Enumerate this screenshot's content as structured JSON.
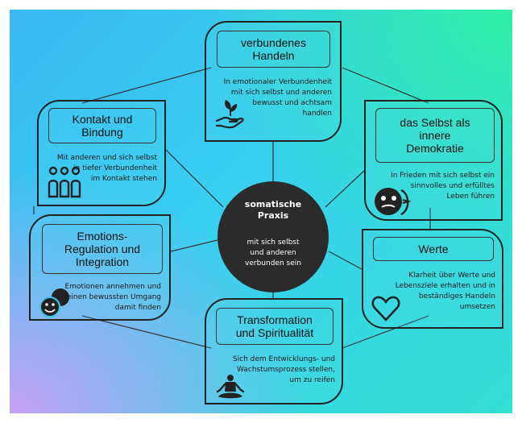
{
  "center": {
    "title": "somatische\nPraxis",
    "subtitle": "mit sich selbst\nund anderen\nverbunden sein"
  },
  "nodes": [
    {
      "key": "handeln",
      "title": "verbundenes\nHandeln",
      "text": "In emotionaler Verbundenheit\nmit sich selbst und anderen\nbewusst und achtsam\nhandlen",
      "icon": "hand-plant-icon"
    },
    {
      "key": "kontakt",
      "title": "Kontakt und\nBindung",
      "text": "Mit anderen und sich selbst\nin tiefer Verbundenheit\nim Kontakt stehen",
      "icon": "people-group-icon"
    },
    {
      "key": "selbst",
      "title": "das Selbst als\ninnere\nDemokratie",
      "text": "In Frieden mit sich selbst ein\nsinnvolles und erfülltes\nLeben führen",
      "icon": "faces-icon"
    },
    {
      "key": "emotion",
      "title": "Emotions-\nRegulation und\nIntegration",
      "text": "Emotionen annehmen und\neinen bewussten Umgang\ndamit finden",
      "icon": "smiley-faces-icon"
    },
    {
      "key": "werte",
      "title": "Werte",
      "text": "Klarheit über Werte und\nLebensziele erhalten und in\nbeständiges Handeln\numsetzen",
      "icon": "heart-icon"
    },
    {
      "key": "transformation",
      "title": "Transformation\nund Spiritualität",
      "text": "Sich dem  Entwicklungs- und\nWachstumsprozess stellen,\num zu reifen",
      "icon": "meditation-icon"
    }
  ],
  "colors": {
    "dark": "#2b2b2b",
    "line": "#333333"
  }
}
